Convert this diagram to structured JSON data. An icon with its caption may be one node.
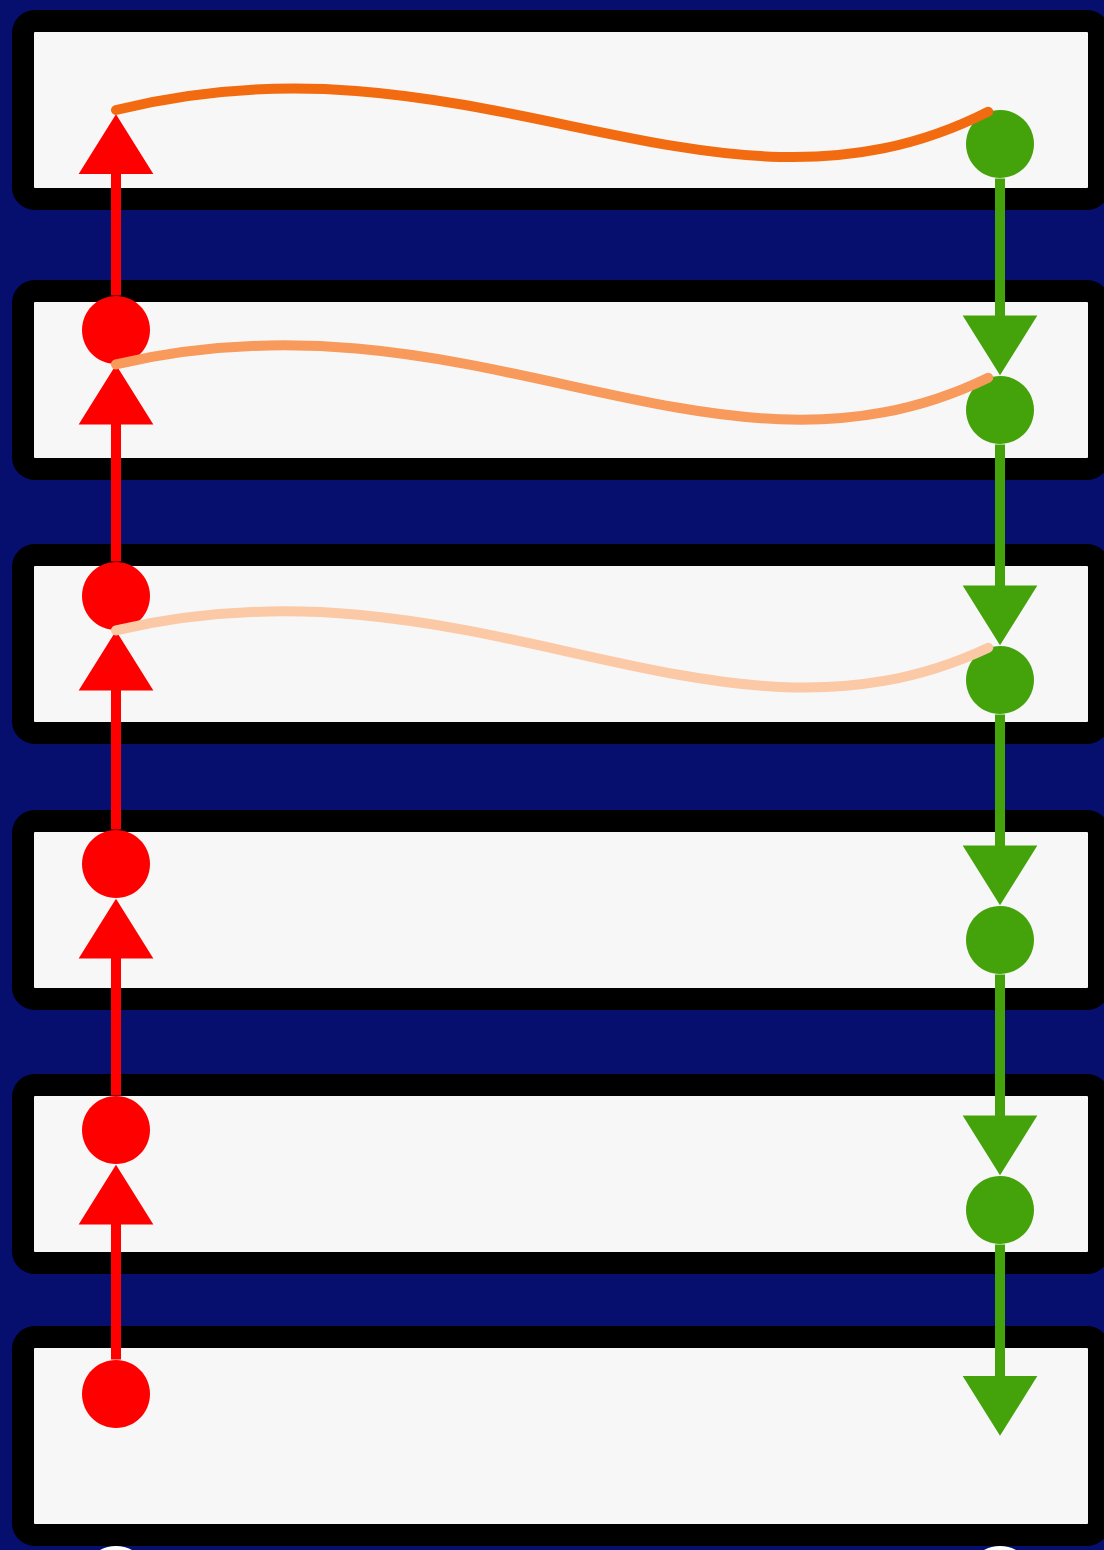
{
  "diagram": {
    "nodes": [
      {
        "text": [],
        "shape": "box"
      },
      {
        "text": [],
        "shape": "circle",
        "in": 0
      },
      {
        "text": [],
        "shape": "box"
      },
      {
        "text": [],
        "shape": "circle",
        "in": 2
      },
      {
        "text": [],
        "shape": "circle",
        "in": 2
      },
      {
        "text": [],
        "shape": "box"
      },
      {
        "text": [],
        "shape": "circle",
        "in": 5
      },
      {
        "text": [],
        "shape": "circle",
        "in": 5
      },
      {
        "text": [],
        "shape": "box"
      },
      {
        "text": [],
        "shape": "circle",
        "in": 8
      },
      {
        "text": [],
        "shape": "circle",
        "in": 8
      },
      {
        "text": [],
        "shape": "box"
      },
      {
        "text": [],
        "shape": "circle",
        "in": 11
      },
      {
        "text": [],
        "shape": "circle",
        "in": 11
      },
      {
        "text": [],
        "shape": "box"
      },
      {
        "text": [],
        "shape": "circle",
        "in": 14
      },
      {
        "text": [],
        "shape": "circle"
      },
      {
        "text": [],
        "shape": "circle"
      }
    ],
    "edges": [
      {
        "from": 15,
        "to": 12,
        "arrow": "to",
        "color": "#ff0000"
      },
      {
        "from": 12,
        "to": 9,
        "arrow": "to",
        "color": "#ff0000"
      },
      {
        "from": 9,
        "to": 6,
        "arrow": "to",
        "color": "#ff0000"
      },
      {
        "from": 6,
        "to": 3,
        "arrow": "to",
        "color": "#ff0000"
      },
      {
        "from": 3,
        "to": null,
        "arrow": "to",
        "color": "#ff0000"
      },
      {
        "from": 1,
        "to": 4,
        "arrow": "to",
        "color": "#44a30a"
      },
      {
        "from": 4,
        "to": 7,
        "arrow": "to",
        "color": "#44a30a"
      },
      {
        "from": 7,
        "to": 10,
        "arrow": "to",
        "color": "#44a30a"
      },
      {
        "from": 10,
        "to": 13,
        "arrow": "to",
        "color": "#44a30a"
      },
      {
        "from": 13,
        "to": null,
        "arrow": "to",
        "color": "#44a30a"
      },
      {
        "from": null,
        "to": 1,
        "arrow": "none",
        "color": "#f26b10"
      },
      {
        "from": 3,
        "to": 4,
        "arrow": "none",
        "color": "#f89a5c"
      },
      {
        "from": 6,
        "to": 7,
        "arrow": "none",
        "color": "#fcc9a6"
      }
    ]
  }
}
